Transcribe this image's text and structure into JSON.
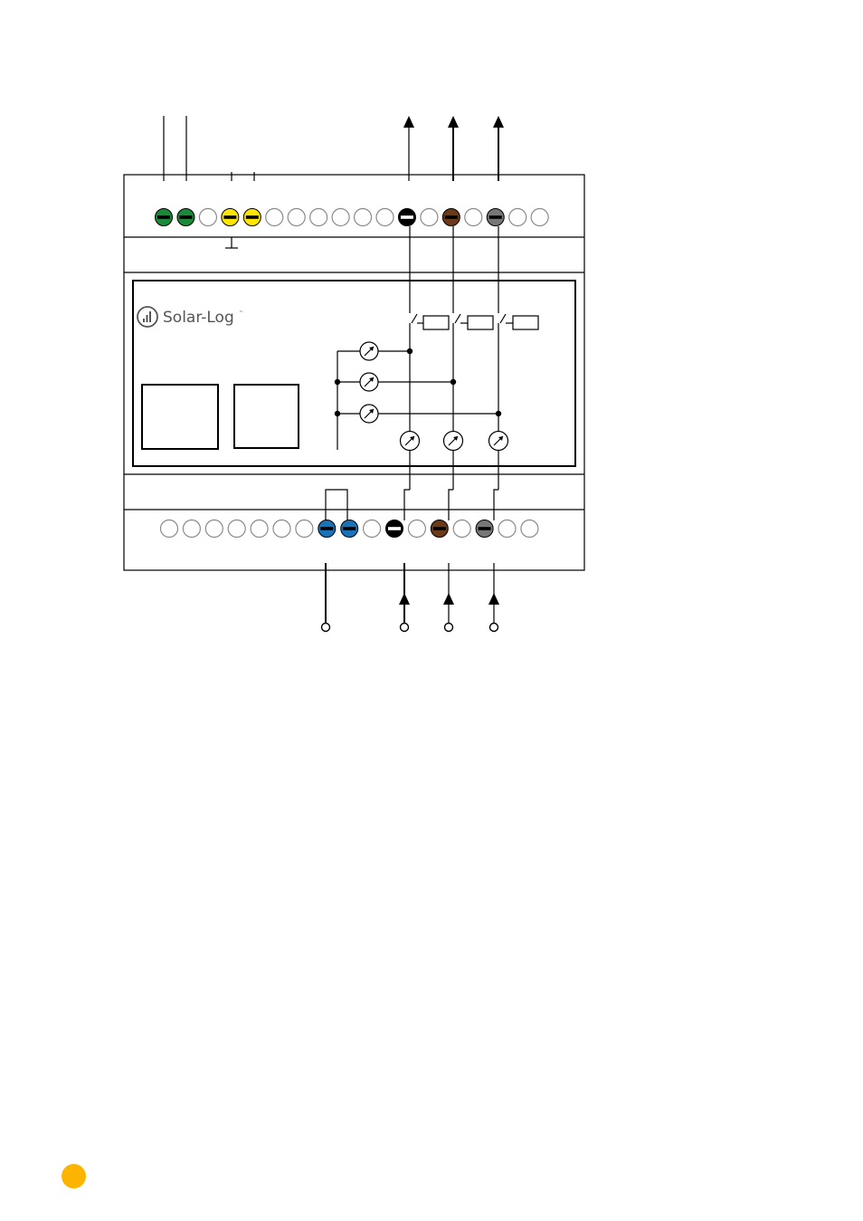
{
  "brand": {
    "name": "Solar-Log",
    "trademark": "™"
  },
  "colors": {
    "green": "#1a8a3a",
    "yellow": "#ffe500",
    "black": "#000000",
    "brown": "#6b3a18",
    "gray": "#777777",
    "blue": "#1a73b8",
    "outline": "#000000",
    "empty_terminal_stroke": "#8a8a8a",
    "page_marker": "#fbb400"
  },
  "top_terminal_row": [
    "green",
    "green",
    "empty",
    "yellow",
    "yellow",
    "empty",
    "empty",
    "empty",
    "empty",
    "empty",
    "empty",
    "black",
    "empty",
    "brown",
    "empty",
    "gray",
    "empty",
    "empty"
  ],
  "bottom_terminal_row": [
    "empty",
    "empty",
    "empty",
    "empty",
    "empty",
    "empty",
    "empty",
    "blue",
    "blue",
    "empty",
    "black",
    "empty",
    "brown",
    "empty",
    "gray",
    "empty",
    "empty"
  ],
  "icons": {
    "logo": "solar-log-logo-icon",
    "relay": "relay-switch-icon",
    "meter": "measuring-instrument-icon",
    "input_arrow": "up-arrow-icon",
    "connection_point": "open-circle-terminal-icon",
    "ground": "ground-symbol-icon"
  },
  "page_marker": {
    "shape": "circle",
    "color": "#fbb400"
  }
}
